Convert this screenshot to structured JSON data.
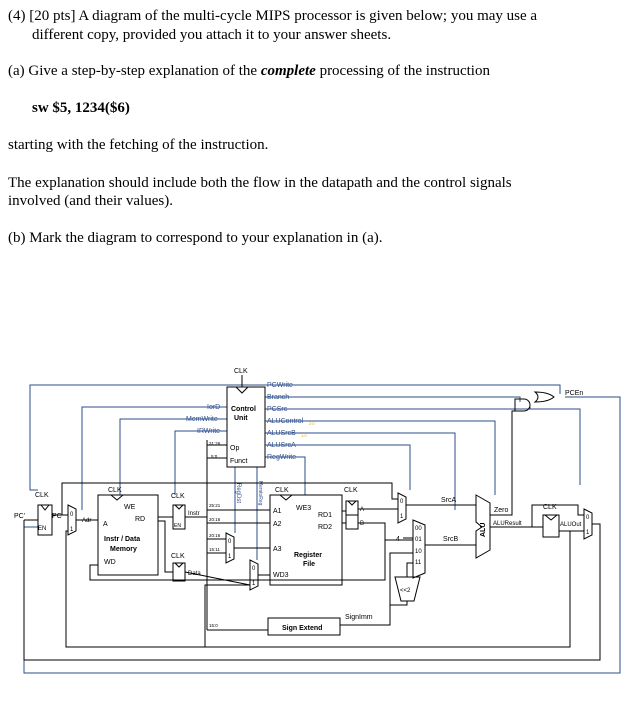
{
  "question": {
    "line1": "(4) [20 pts] A diagram of the multi-cycle MIPS processor is given below; you may use a",
    "line2": "different copy, provided you attach it to your answer sheets.",
    "part_a_prefix": "(a) Give a step-by-step explanation of the ",
    "part_a_emph": "complete",
    "part_a_suffix": " processing of the instruction",
    "instruction": "sw $5, 1234($6)",
    "starting": "starting with the fetching of the instruction.",
    "explain1": "The explanation should include both the flow in the datapath and the control signals",
    "explain2": "involved (and their values).",
    "part_b": "(b) Mark the diagram to correspond to your explanation in (a)."
  },
  "diagram": {
    "clk": "CLK",
    "control_unit": [
      "Control",
      "Unit"
    ],
    "control_outputs": [
      "PCWrite",
      "Branch",
      "PCSrc",
      "ALUControl",
      "ALUSrcB",
      "ALUSrcA",
      "RegWrite"
    ],
    "control_widths": [
      "2:0",
      "1:0"
    ],
    "control_inputs_left": [
      "IorD",
      "MemWrite",
      "IRWrite"
    ],
    "op": "Op",
    "funct": "Funct",
    "op_bits": "31:26",
    "funct_bits": "5:0",
    "memtoreg": "MemtoReg",
    "regdst": "RegDst",
    "pc_label": "PC",
    "pc_prime": "PC'",
    "en": "EN",
    "adr": "Adr",
    "instr_mem": {
      "we": "WE",
      "a": "A",
      "rd": "RD",
      "name1": "Instr / Data",
      "name2": "Memory",
      "wd": "WD"
    },
    "instr": "Instr",
    "data": "Data",
    "instr_bits": [
      "25:21",
      "20:16",
      "20:16",
      "15:11",
      "15:0"
    ],
    "regfile": {
      "we3": "WE3",
      "a1": "A1",
      "a2": "A2",
      "a3": "A3",
      "rd1": "RD1",
      "rd2": "RD2",
      "wd3": "WD3",
      "name1": "Register",
      "name2": "File"
    },
    "a_reg": "A",
    "b_reg": "B",
    "srca": "SrcA",
    "srcb": "SrcB",
    "mux4_inputs": [
      "00",
      "01",
      "10",
      "11"
    ],
    "four": "4",
    "shift": "<<2",
    "signimm": "SignImm",
    "sign_extend": "Sign Extend",
    "alu": "ALU",
    "zero": "Zero",
    "aluresult": "ALUResult",
    "aluout": "ALUOut",
    "pcen": "PCEn",
    "mux_zero": "0",
    "mux_one": "1"
  }
}
